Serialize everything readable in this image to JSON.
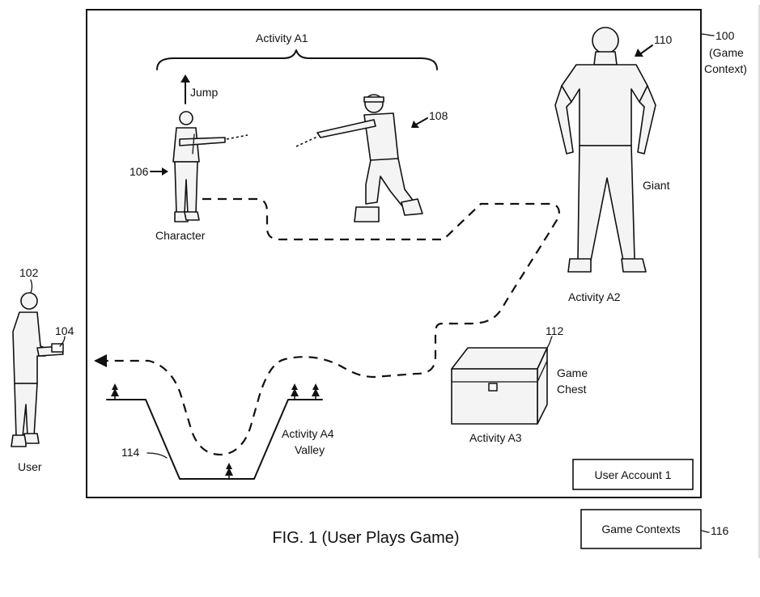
{
  "figure": {
    "caption": "FIG. 1 (User Plays Game)"
  },
  "game_context": {
    "ref": "100",
    "label_line1": "(Game",
    "label_line2": "Context)"
  },
  "user": {
    "ref": "102",
    "label": "User",
    "controller_ref": "104"
  },
  "activity_a1": {
    "label": "Activity A1",
    "jump_label": "Jump",
    "character_ref": "106",
    "character_label": "Character",
    "enemy_ref": "108"
  },
  "activity_a2": {
    "giant_ref": "110",
    "giant_label": "Giant",
    "label": "Activity A2"
  },
  "activity_a3": {
    "chest_ref": "112",
    "chest_label_line1": "Game",
    "chest_label_line2": "Chest",
    "label": "Activity A3"
  },
  "activity_a4": {
    "valley_ref": "114",
    "label_line1": "Activity A4",
    "label_line2": "Valley"
  },
  "user_account": {
    "label": "User Account 1"
  },
  "game_contexts": {
    "label": "Game Contexts",
    "ref": "116"
  }
}
